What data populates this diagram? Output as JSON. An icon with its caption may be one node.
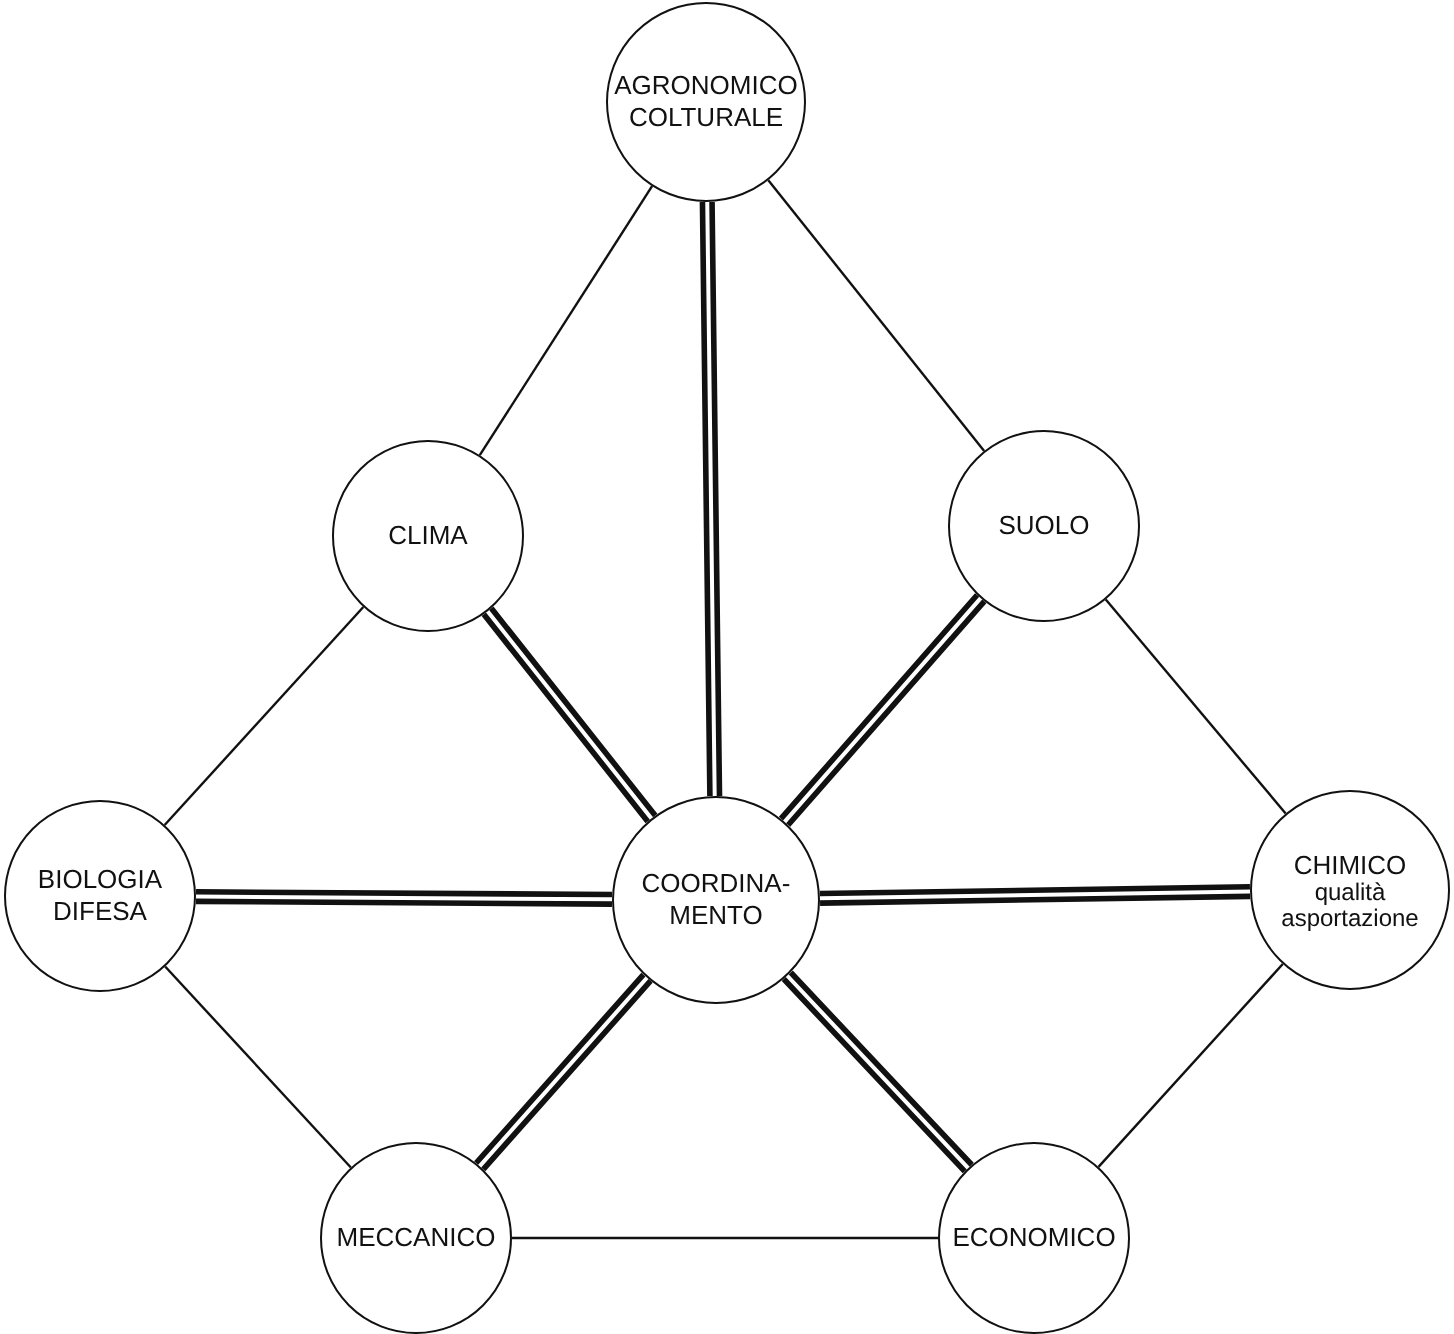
{
  "diagram": {
    "nodes": [
      {
        "text": [
          "AGRONOMICO COLTURALE"
        ]
      },
      {
        "text": [
          "CLIMA"
        ]
      },
      {
        "text": [
          "SUOLO"
        ]
      },
      {
        "text": [
          "BIOLOGIA DIFESA"
        ]
      },
      {
        "text": [
          "COORDINA- MENTO"
        ]
      },
      {
        "text": [
          "CHIMICO",
          "qualità asportazione"
        ]
      },
      {
        "text": [
          "MECCANICO"
        ]
      },
      {
        "text": [
          "ECONOMICO"
        ]
      }
    ],
    "edges": [
      {
        "from": 0,
        "to": 1,
        "arrow": "none"
      },
      {
        "from": 0,
        "to": 2,
        "arrow": "none"
      },
      {
        "from": 0,
        "to": 4,
        "arrow": "none",
        "style": "thick"
      },
      {
        "from": 1,
        "to": 3,
        "arrow": "none"
      },
      {
        "from": 1,
        "to": 4,
        "arrow": "none",
        "style": "thick"
      },
      {
        "from": 2,
        "to": 4,
        "arrow": "none",
        "style": "thick"
      },
      {
        "from": 2,
        "to": 5,
        "arrow": "none"
      },
      {
        "from": 3,
        "to": 4,
        "arrow": "none",
        "style": "thick"
      },
      {
        "from": 3,
        "to": 6,
        "arrow": "none"
      },
      {
        "from": 4,
        "to": 6,
        "arrow": "none",
        "style": "thick"
      },
      {
        "from": 4,
        "to": 5,
        "arrow": "none",
        "style": "thick"
      },
      {
        "from": 4,
        "to": 7,
        "arrow": "none",
        "style": "thick"
      },
      {
        "from": 5,
        "to": 7,
        "arrow": "none"
      },
      {
        "from": 6,
        "to": 7,
        "arrow": "none"
      }
    ]
  }
}
